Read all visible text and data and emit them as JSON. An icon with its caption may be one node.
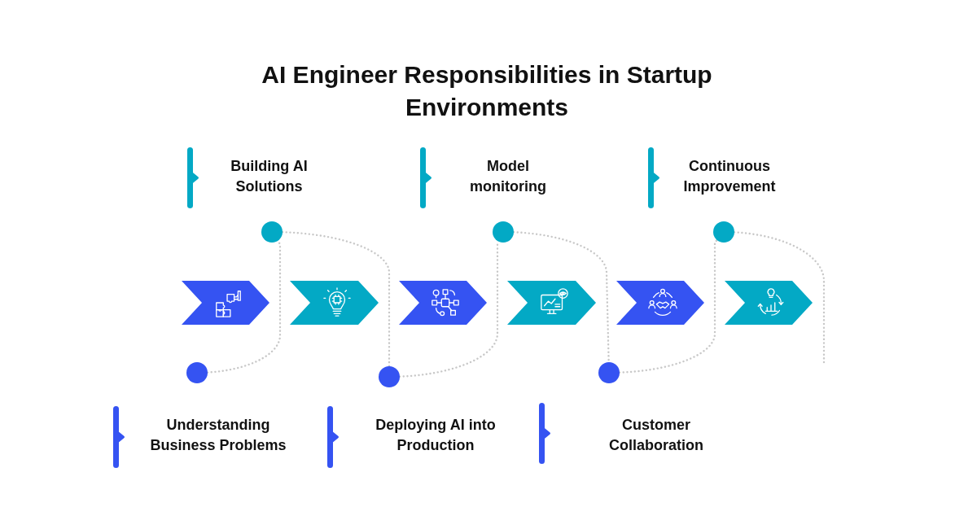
{
  "diagram": {
    "title": "AI Engineer Responsibilities in Startup Environments",
    "nodes": [
      {
        "text": [],
        "shape": "circle",
        "beside": [
          "Building AI Solutions"
        ]
      },
      {
        "text": [],
        "shape": "circle",
        "beside": [
          "Model monitoring"
        ]
      },
      {
        "text": [],
        "shape": "circle",
        "beside": [
          "Continuous Improvement"
        ]
      },
      {
        "text": [],
        "shape": "chevron"
      },
      {
        "text": [],
        "shape": "chevron"
      },
      {
        "text": [],
        "shape": "chevron"
      },
      {
        "text": [],
        "shape": "chevron"
      },
      {
        "text": [],
        "shape": "chevron"
      },
      {
        "text": [],
        "shape": "chevron"
      },
      {
        "text": [],
        "shape": "circle",
        "beside": [
          "Understanding Business Problems"
        ]
      },
      {
        "text": [],
        "shape": "circle",
        "beside": [
          "Deploying AI into Production"
        ]
      },
      {
        "text": [],
        "shape": "circle",
        "beside": [
          "Customer Collaboration"
        ]
      }
    ],
    "edges": [
      {
        "from": 9,
        "to": 0,
        "arrow": "none",
        "style": "dashed"
      },
      {
        "from": 0,
        "to": 10,
        "arrow": "none",
        "style": "dashed"
      },
      {
        "from": 10,
        "to": 1,
        "arrow": "none",
        "style": "dashed"
      },
      {
        "from": 1,
        "to": 11,
        "arrow": "none",
        "style": "dashed"
      },
      {
        "from": 11,
        "to": 2,
        "arrow": "none",
        "style": "dashed"
      },
      {
        "from": 2,
        "to": null,
        "arrow": "none",
        "style": "dashed"
      }
    ]
  }
}
